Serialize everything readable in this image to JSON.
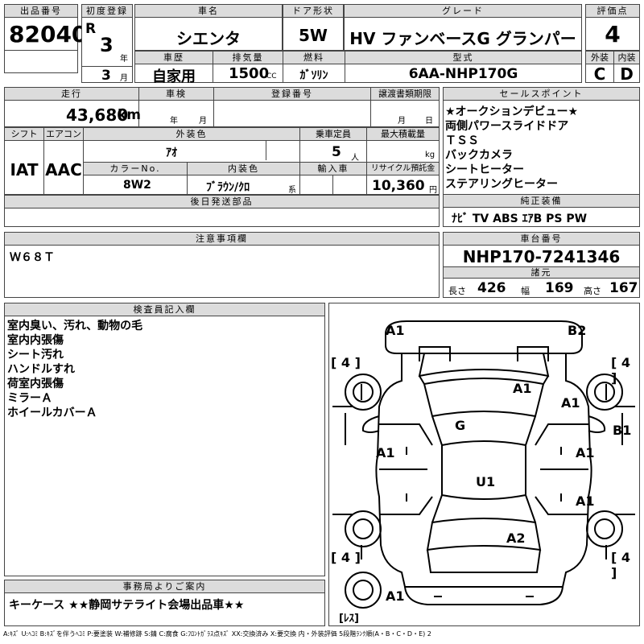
{
  "lot": {
    "label": "出品番号",
    "value": "82040"
  },
  "first_reg": {
    "label": "初度登録",
    "era": "R",
    "year": "3",
    "year_unit": "年",
    "month": "3",
    "month_unit": "月"
  },
  "car_name": {
    "label": "車名",
    "value": "シエンタ"
  },
  "door": {
    "label": "ドア形状",
    "value": "5W"
  },
  "grade": {
    "label": "グレード",
    "value": "HV ファンベースG グランパー"
  },
  "score": {
    "label": "評価点",
    "value": "4"
  },
  "vehicle_history": {
    "label": "車歴",
    "value": "自家用"
  },
  "displacement": {
    "label": "排気量",
    "value": "1500",
    "unit": "CC"
  },
  "fuel": {
    "label": "燃料",
    "value": "ｶﾞｿﾘﾝ"
  },
  "model_code": {
    "label": "型式",
    "value": "6AA-NHP170G"
  },
  "exterior_grade": {
    "label": "外装",
    "value": "C"
  },
  "interior_grade": {
    "label": "内装",
    "value": "D"
  },
  "mileage": {
    "label": "走行",
    "value": "43,680",
    "unit": "km"
  },
  "inspection": {
    "label": "車検",
    "year_unit": "年",
    "month_unit": "月"
  },
  "reg_number": {
    "label": "登録番号"
  },
  "transfer_deadline": {
    "label": "譲渡書類期限",
    "month_unit": "月",
    "day_unit": "日"
  },
  "shift": {
    "label": "シフト",
    "value": "IAT"
  },
  "aircon": {
    "label": "エアコン",
    "value": "AAC"
  },
  "exterior_color": {
    "label": "外装色",
    "value": "ｱｵ"
  },
  "capacity": {
    "label": "乗車定員",
    "value": "5",
    "unit": "人"
  },
  "max_load": {
    "label": "最大積載量",
    "unit": "kg"
  },
  "color_no": {
    "label": "カラーNo.",
    "value": "8W2"
  },
  "interior_color": {
    "label": "内装色",
    "value": "ﾌﾞﾗｳﾝ/ｸﾛ",
    "unit": "系"
  },
  "import": {
    "label": "輸入車"
  },
  "recycle": {
    "label": "リサイクル預託金",
    "value": "10,360",
    "unit": "円"
  },
  "later_shipping": {
    "label": "後日発送部品"
  },
  "sales_points": {
    "label": "セールスポイント",
    "items": [
      "★オークションデビュー★",
      "両側パワースライドドア",
      "ＴＳＳ",
      "バックカメラ",
      "シートヒーター",
      "ステアリングヒーター"
    ]
  },
  "equipment": {
    "label": "純正装備",
    "value": "ﾅﾋﾞ TV ABS ｴｱB PS PW"
  },
  "caution": {
    "label": "注意事項欄",
    "value": "Ｗ６８Ｔ"
  },
  "chassis": {
    "label": "車台番号",
    "value": "NHP170-7241346"
  },
  "dimensions": {
    "label": "諸元",
    "length_label": "長さ",
    "length": "426",
    "width_label": "幅",
    "width": "169",
    "height_label": "高さ",
    "height": "167"
  },
  "inspector_notes": {
    "label": "検査員記入欄",
    "items": [
      "室内臭い、汚れ、動物の毛",
      "室内内張傷",
      "シート汚れ",
      "ハンドルすれ",
      "荷室内張傷",
      "ミラーＡ",
      "ホイールカバーＡ"
    ]
  },
  "office_notice": {
    "label": "事務局よりご案内",
    "value": "キーケース ★★静岡サテライト会場出品車★★"
  },
  "diagram": {
    "marks": {
      "a1_front_left": "A1",
      "b2_front_right": "B2",
      "a1_hood": "A1",
      "a1_front_fender_r": "A1",
      "b1_right": "B1",
      "g_windshield": "G",
      "a1_left_door": "A1",
      "a1_right_front_door": "A1",
      "u1_roof": "U1",
      "a1_right_rear_door": "A1",
      "a2_rear": "A2",
      "a1_rear_left": "A1"
    },
    "tires": {
      "fl": "[ 4 ]",
      "fr": "[ 4 ]",
      "rl": "[ 4 ]",
      "rr": "[ 4 ]",
      "spare": "[ﾚｽ]"
    }
  },
  "legend": "A:ｷｽﾞ U:ﾍｺﾐ B:ｷｽﾞを伴うﾍｺﾐ P:要塗装 W:補修跡 S:錆 C:腐食 G:ﾌﾛﾝﾄｶﾞﾗｽ点ｷｽﾞ XX:交換済み X:要交換  内・外装評価 5段階ﾗﾝｸ順(A・B・C・D・E) 2"
}
